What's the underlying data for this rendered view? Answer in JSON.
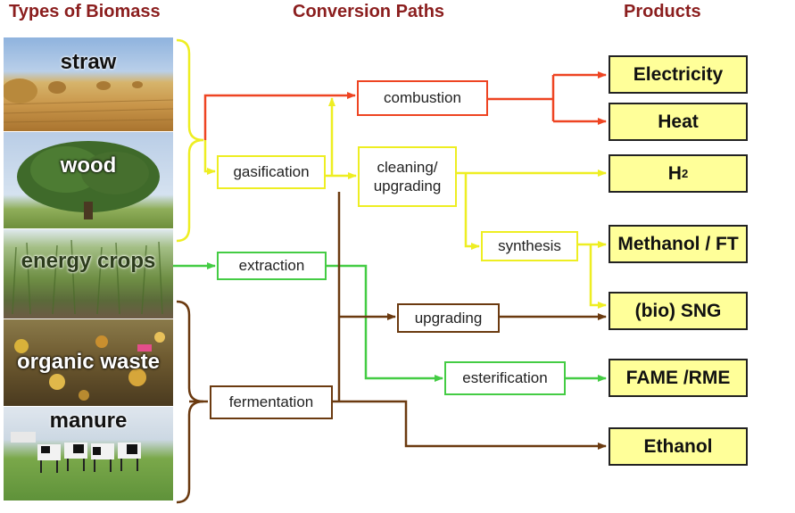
{
  "headers": {
    "types": "Types of Biomass",
    "paths": "Conversion Paths",
    "products": "Products"
  },
  "biomass": {
    "straw": "straw",
    "wood": "wood",
    "energy_crops": "energy crops",
    "organic_waste": "organic waste",
    "manure": "manure"
  },
  "processes": {
    "combustion": "combustion",
    "gasification": "gasification",
    "cleaning_1": "cleaning/",
    "cleaning_2": "upgrading",
    "synthesis": "synthesis",
    "extraction": "extraction",
    "upgrading": "upgrading",
    "esterification": "esterification",
    "fermentation": "fermentation"
  },
  "products": {
    "electricity": "Electricity",
    "heat": "Heat",
    "h2_main": "H",
    "h2_sub": "2",
    "methanol": "Methanol / FT",
    "sng": "(bio) SNG",
    "fame": "FAME /RME",
    "ethanol": "Ethanol"
  },
  "colors": {
    "combustion_path": "#ee4422",
    "gasification_path": "#eeee22",
    "extraction_path": "#44cc44",
    "fermentation_path": "#6b3a10",
    "header_text": "#8b1e1e",
    "product_fill": "#ffff99"
  }
}
